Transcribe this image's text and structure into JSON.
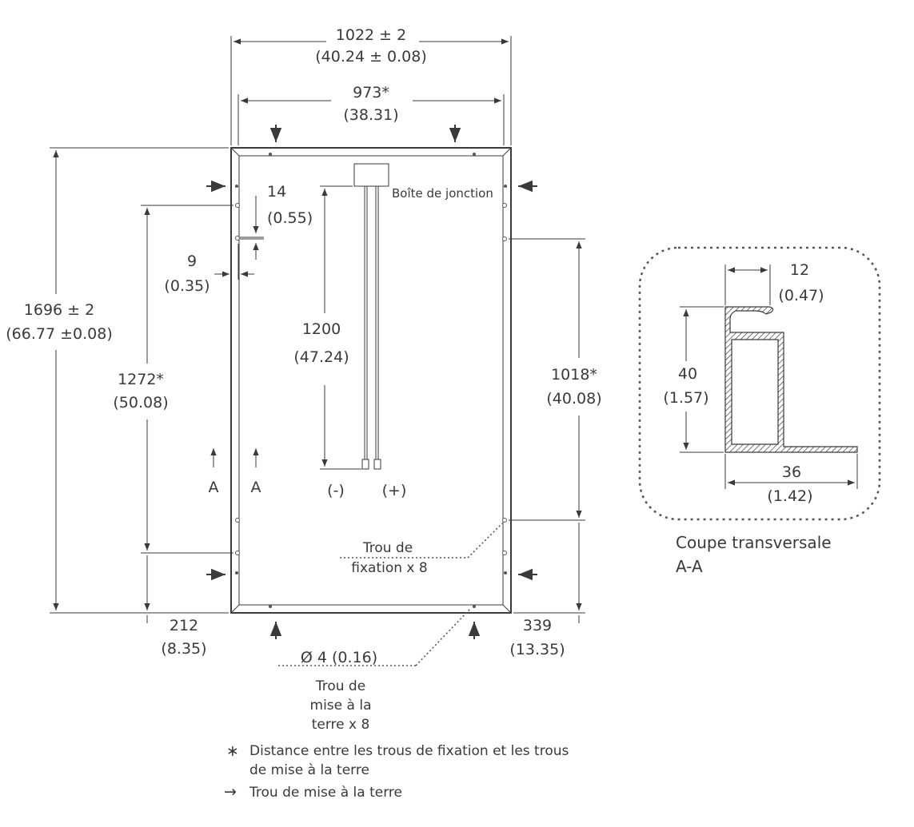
{
  "dimensions": {
    "width_mm": "1022 ± 2",
    "width_in": "(40.24  ± 0.08)",
    "inner_width_mm": "973*",
    "inner_width_in": "(38.31)",
    "height_mm": "1696 ± 2",
    "height_in": "(66.77 ±0.08)",
    "hole_spacing_left_mm": "1272*",
    "hole_spacing_left_in": "(50.08)",
    "hole_spacing_right_mm": "1018*",
    "hole_spacing_right_in": "(40.08)",
    "cable_length_mm": "1200",
    "cable_length_in": "(47.24)",
    "top_offset_mm": "14",
    "top_offset_in": "(0.55)",
    "frame_width_mm": "9",
    "frame_width_in": "(0.35)",
    "bottom_left_mm": "212",
    "bottom_left_in": "(8.35)",
    "bottom_right_mm": "339",
    "bottom_right_in": "(13.35)",
    "hole_diameter": "Ø 4 (0.16)"
  },
  "labels": {
    "junction_box": "Boîte de jonction",
    "minus": "(-)",
    "plus": "(+)",
    "section_a1": "A",
    "section_a2": "A",
    "mounting_hole_line1": "Trou de",
    "mounting_hole_line2": "fixation x 8",
    "ground_hole_line1": "Trou de",
    "ground_hole_line2": "mise à la",
    "ground_hole_line3": "terre x 8"
  },
  "cross_section": {
    "top_mm": "12",
    "top_in": "(0.47)",
    "height_mm": "40",
    "height_in": "(1.57)",
    "base_mm": "36",
    "base_in": "(1.42)",
    "caption_line1": "Coupe transversale",
    "caption_line2": "A-A"
  },
  "legend": {
    "asterisk_symbol": "∗",
    "asterisk_line1": "Distance entre les trous de fixation et les trous",
    "asterisk_line2": "de mise à la terre",
    "arrow_symbol": "→",
    "arrow_text": "Trou de mise à la terre"
  },
  "colors": {
    "line": "#3a3a3a",
    "background": "#ffffff"
  }
}
